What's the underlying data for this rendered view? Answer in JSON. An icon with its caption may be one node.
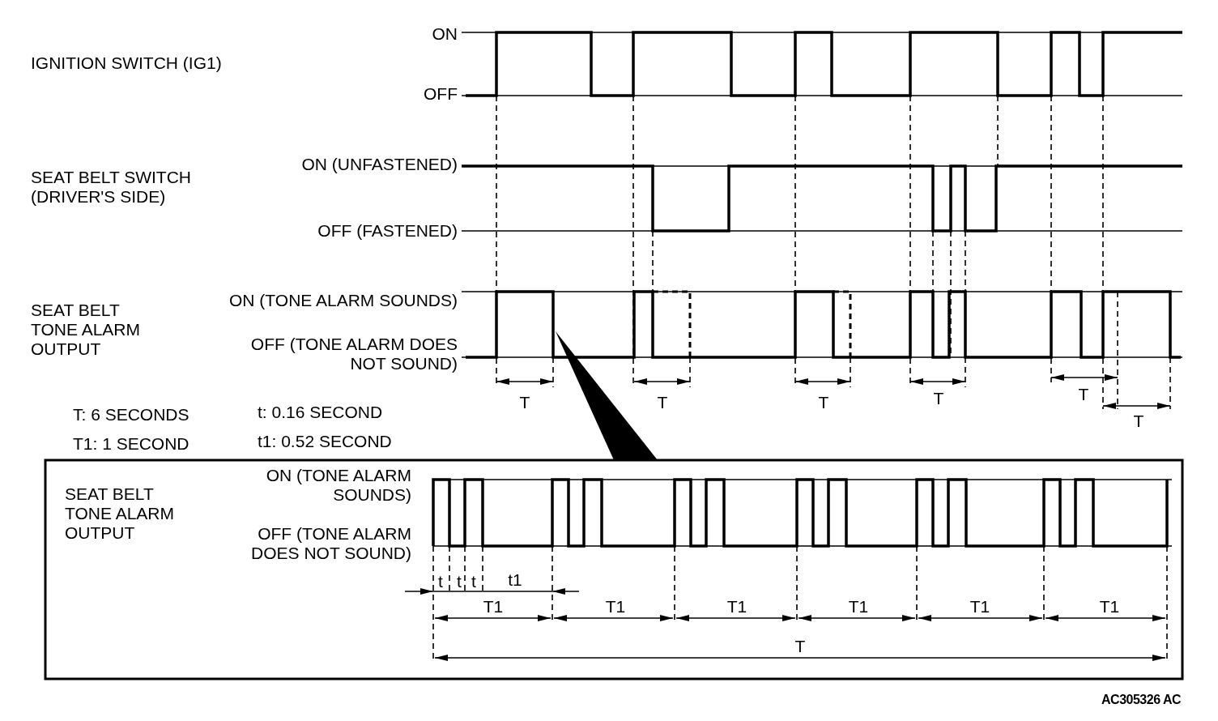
{
  "diagram": {
    "nodes": [
      {
        "text": [],
        "shape": "triangle"
      }
    ],
    "labels": [
      "ON",
      "IGNITION SWITCH (IG1)",
      "OFF",
      "SEAT BELT SWITCH (DRIVER'S SIDE)",
      "ON (UNFASTENED)",
      "OFF (FASTENED)",
      "SEAT BELT TONE ALARM OUTPUT",
      "ON (TONE ALARM SOUNDS)",
      "OFF (TONE ALARM DOES NOT SOUND)",
      "T",
      "T",
      "T",
      "T",
      "T",
      "T",
      "T: 6 SECONDS",
      "t: 0.16 SECOND",
      "T1: 1 SECOND",
      "t1: 0.52 SECOND",
      "SEAT BELT TONE ALARM OUTPUT",
      "ON (TONE ALARM SOUNDS)",
      "OFF (TONE ALARM DOES NOT SOUND)",
      "t",
      "t",
      "t",
      "t1",
      "T1",
      "T1",
      "T1",
      "T1",
      "T1",
      "T1",
      "T",
      "AC305326 AC"
    ]
  }
}
